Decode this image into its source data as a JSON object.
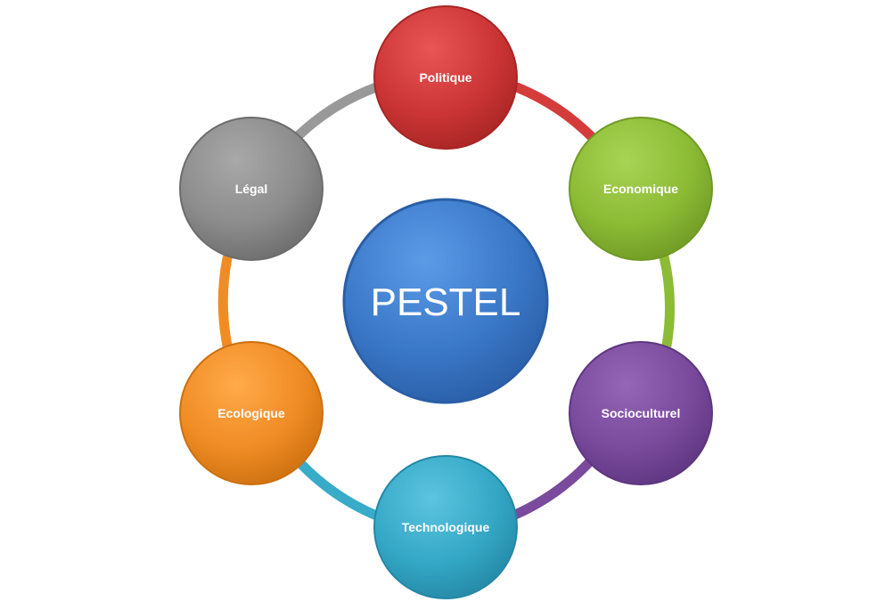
{
  "diagram": {
    "center": {
      "label": "PESTEL",
      "color": "#3a78c8"
    },
    "nodes": [
      {
        "id": "politique",
        "label": "Politique",
        "color": "#cc3535"
      },
      {
        "id": "economique",
        "label": "Economique",
        "color": "#8cbb35"
      },
      {
        "id": "socioculturel",
        "label": "Socioculturel",
        "color": "#7a4a9c"
      },
      {
        "id": "technologique",
        "label": "Technologique",
        "color": "#34a8c6"
      },
      {
        "id": "ecologique",
        "label": "Ecologique",
        "color": "#f08c24"
      },
      {
        "id": "legal",
        "label": "Légal",
        "color": "#8c8c8c"
      }
    ]
  }
}
